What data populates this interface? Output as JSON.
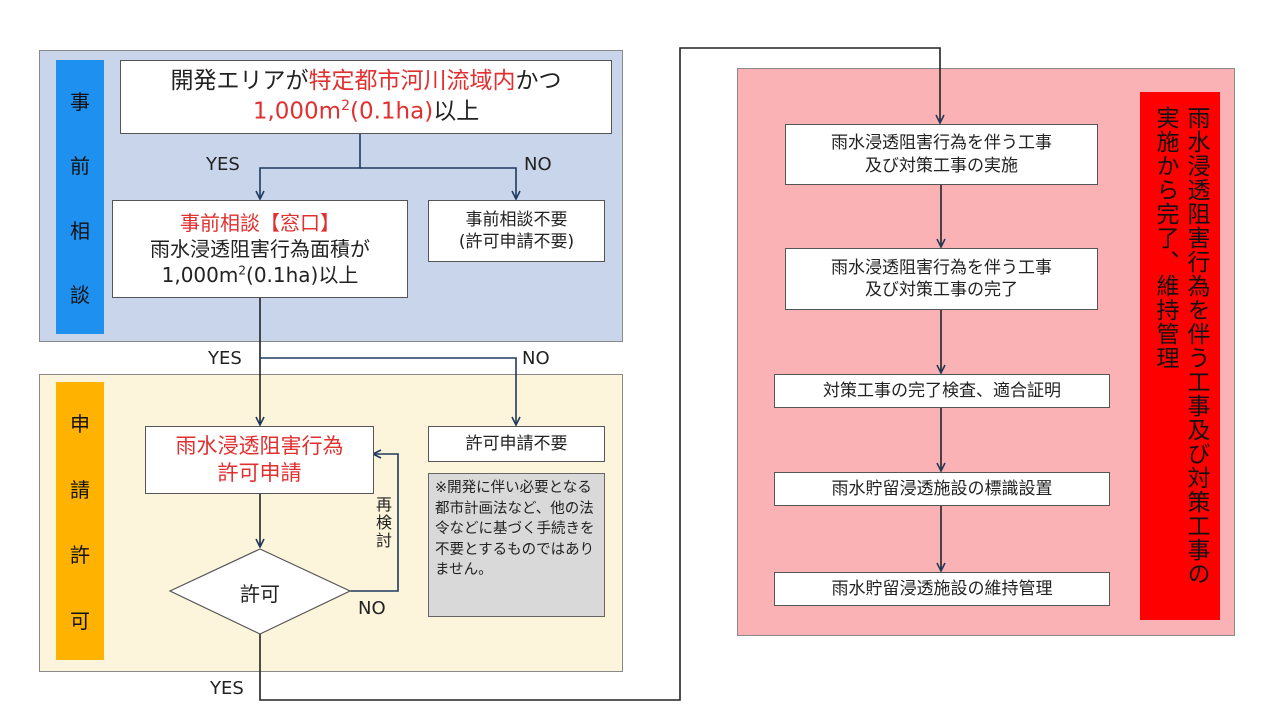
{
  "pre_consult": {
    "side_label_chars": [
      "事",
      "前",
      "相",
      "談"
    ],
    "start": {
      "t1": "開発エリアが",
      "t2": "特定都市河川流域内",
      "t3": "かつ",
      "t4": "1,000m",
      "t5": "2",
      "t6": "(0.1ha)",
      "t7": "以上"
    },
    "yes1": "YES",
    "no1": "NO",
    "consult": {
      "title": "事前相談【窓口】",
      "l2": "雨水浸透阻害行為面積が",
      "l3a": "1,000m",
      "l3b": "2",
      "l3c": "(0.1ha)以上"
    },
    "no_consult": {
      "l1": "事前相談不要",
      "l2": "(許可申請不要)"
    }
  },
  "apply": {
    "side_label_chars": [
      "申",
      "請",
      "許",
      "可"
    ],
    "yes2": "YES",
    "no2": "NO",
    "application": {
      "l1": "雨水浸透阻害行為",
      "l2": "許可申請"
    },
    "no_permit": "許可申請不要",
    "note": "※開発に伴い必要となる都市計画法など、他の法令などに基づく手続きを不要とするものではありません。",
    "decision": "許可",
    "recheck": "再検討",
    "no3": "NO",
    "yes3": "YES"
  },
  "construction": {
    "steps": [
      {
        "l1": "雨水浸透阻害行為を伴う工事",
        "l2": "及び対策工事の実施"
      },
      {
        "l1": "雨水浸透阻害行為を伴う工事",
        "l2": "及び対策工事の完了"
      },
      {
        "l1": "対策工事の完了検査、適合証明",
        "l2": ""
      },
      {
        "l1": "雨水貯留浸透施設の標識設置",
        "l2": ""
      },
      {
        "l1": "雨水貯留浸透施設の維持管理",
        "l2": ""
      }
    ],
    "side_label": "雨水浸透阻害行為を伴う工事及び対策工事の実施から完了、維持管理"
  },
  "colors": {
    "pre_panel": "#c9d5ea",
    "apply_panel": "#fdf4dc",
    "construction_panel": "#fbb2b4",
    "pre_tag": "#1e90f0",
    "apply_tag": "#ffb300",
    "construction_tag": "#ff0000",
    "note_bg": "#d9d9d9",
    "connector": "#1f3a5f",
    "highlight_text": "#e03030"
  }
}
